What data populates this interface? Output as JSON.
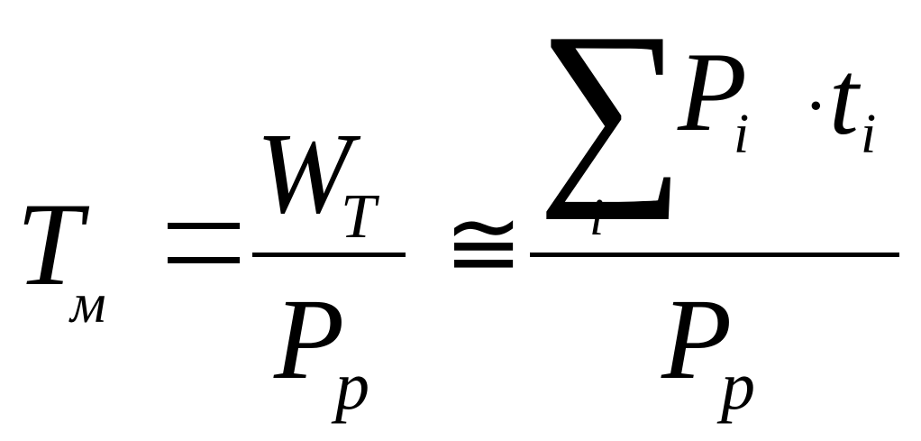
{
  "formula": {
    "lhs": {
      "main": "T",
      "sub": "м"
    },
    "eq": "=",
    "frac1": {
      "num": {
        "main": "W",
        "sub": "T"
      },
      "den": {
        "main": "P",
        "sub": "p"
      }
    },
    "approx": "≅",
    "frac2": {
      "sigma": "∑",
      "sigma_sub": "i",
      "term1": {
        "main": "P",
        "sub": "i"
      },
      "dot": "·",
      "term2": {
        "main": "t",
        "sub": "i"
      },
      "den": {
        "main": "P",
        "sub": "p"
      }
    }
  }
}
